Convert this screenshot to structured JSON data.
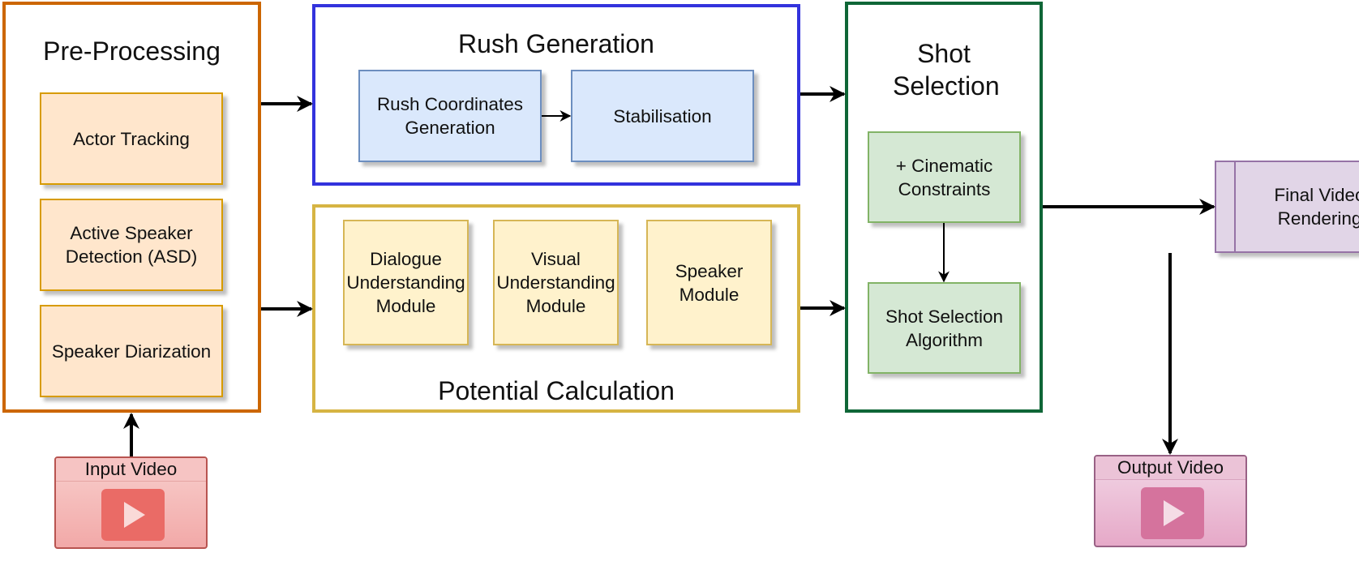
{
  "groups": {
    "preprocessing": {
      "title": "Pre-Processing",
      "items": [
        "Actor Tracking",
        "Active Speaker Detection (ASD)",
        "Speaker Diarization"
      ]
    },
    "rush_generation": {
      "title": "Rush Generation",
      "items": [
        "Rush Coordinates Generation",
        "Stabilisation"
      ]
    },
    "potential_calculation": {
      "title": "Potential Calculation",
      "items": [
        "Dialogue Understanding Module",
        "Visual Understanding Module",
        "Speaker Module"
      ]
    },
    "shot_selection": {
      "title": "Shot Selection",
      "items": [
        "+ Cinematic Constraints",
        "Shot Selection Algorithm"
      ]
    }
  },
  "final_rendering": {
    "label": "Final Video Rendering"
  },
  "input_video": {
    "label": "Input Video",
    "icon": "play-icon"
  },
  "output_video": {
    "label": "Output Video",
    "icon": "play-icon"
  },
  "colors": {
    "preprocessing_border": "#cc6600",
    "rush_border": "#3333dd",
    "potential_border": "#d6b443",
    "shot_border": "#0f6637"
  }
}
